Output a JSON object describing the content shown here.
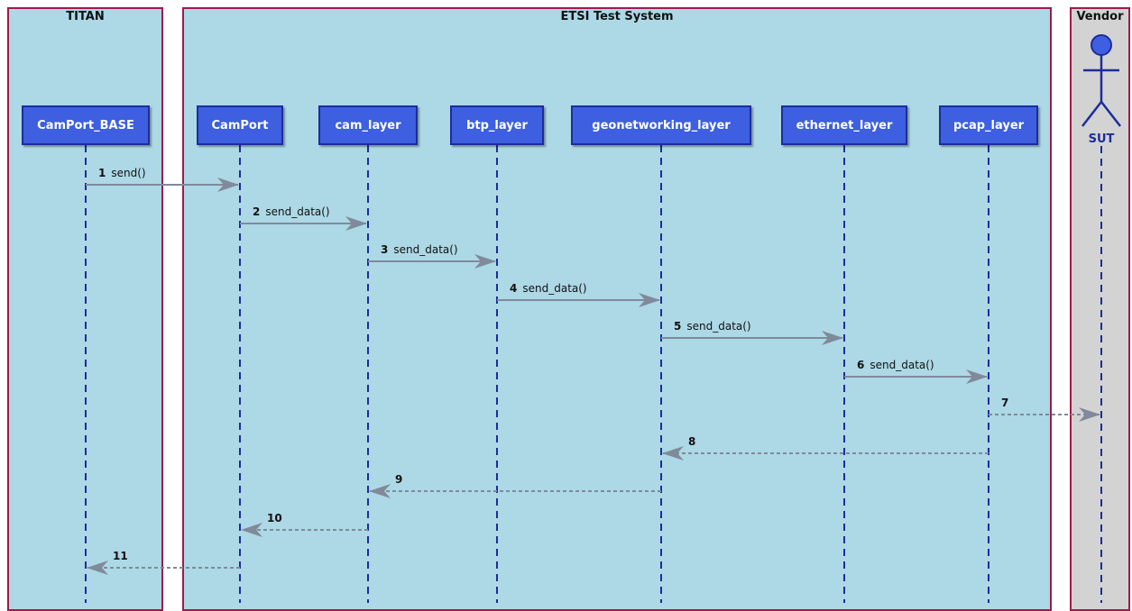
{
  "boxes": [
    {
      "id": "titan",
      "title": "TITAN",
      "fill": "#add8e6"
    },
    {
      "id": "ets",
      "title": "ETSI Test System",
      "fill": "#add8e6"
    },
    {
      "id": "vendor",
      "title": "Vendor",
      "fill": "#d3d3d3"
    }
  ],
  "participants": [
    {
      "id": "camport_base",
      "label": "CamPort_BASE"
    },
    {
      "id": "camport",
      "label": "CamPort"
    },
    {
      "id": "cam_layer",
      "label": "cam_layer"
    },
    {
      "id": "btp_layer",
      "label": "btp_layer"
    },
    {
      "id": "geonetworking_layer",
      "label": "geonetworking_layer"
    },
    {
      "id": "ethernet_layer",
      "label": "ethernet_layer"
    },
    {
      "id": "pcap_layer",
      "label": "pcap_layer"
    },
    {
      "id": "sut",
      "label": "SUT",
      "kind": "actor"
    }
  ],
  "messages": [
    {
      "num": "1",
      "text": "send()",
      "from": "camport_base",
      "to": "camport",
      "style": "solid"
    },
    {
      "num": "2",
      "text": "send_data()",
      "from": "camport",
      "to": "cam_layer",
      "style": "solid"
    },
    {
      "num": "3",
      "text": "send_data()",
      "from": "cam_layer",
      "to": "btp_layer",
      "style": "solid"
    },
    {
      "num": "4",
      "text": "send_data()",
      "from": "btp_layer",
      "to": "geonetworking_layer",
      "style": "solid"
    },
    {
      "num": "5",
      "text": "send_data()",
      "from": "geonetworking_layer",
      "to": "ethernet_layer",
      "style": "solid"
    },
    {
      "num": "6",
      "text": "send_data()",
      "from": "ethernet_layer",
      "to": "pcap_layer",
      "style": "solid"
    },
    {
      "num": "7",
      "text": "",
      "from": "pcap_layer",
      "to": "sut",
      "style": "dashed"
    },
    {
      "num": "8",
      "text": "",
      "from": "pcap_layer",
      "to": "geonetworking_layer",
      "style": "dashed"
    },
    {
      "num": "9",
      "text": "",
      "from": "geonetworking_layer",
      "to": "cam_layer",
      "style": "dashed"
    },
    {
      "num": "10",
      "text": "",
      "from": "cam_layer",
      "to": "camport",
      "style": "dashed"
    },
    {
      "num": "11",
      "text": "",
      "from": "camport",
      "to": "camport_base",
      "style": "dashed"
    }
  ],
  "colors": {
    "lifeline": "#1c2d9c",
    "arrow": "#808a9a",
    "box_border": "#a01a4a",
    "participant_fill": "#3d5fe0",
    "actor_fill": "#3d5fe0"
  }
}
